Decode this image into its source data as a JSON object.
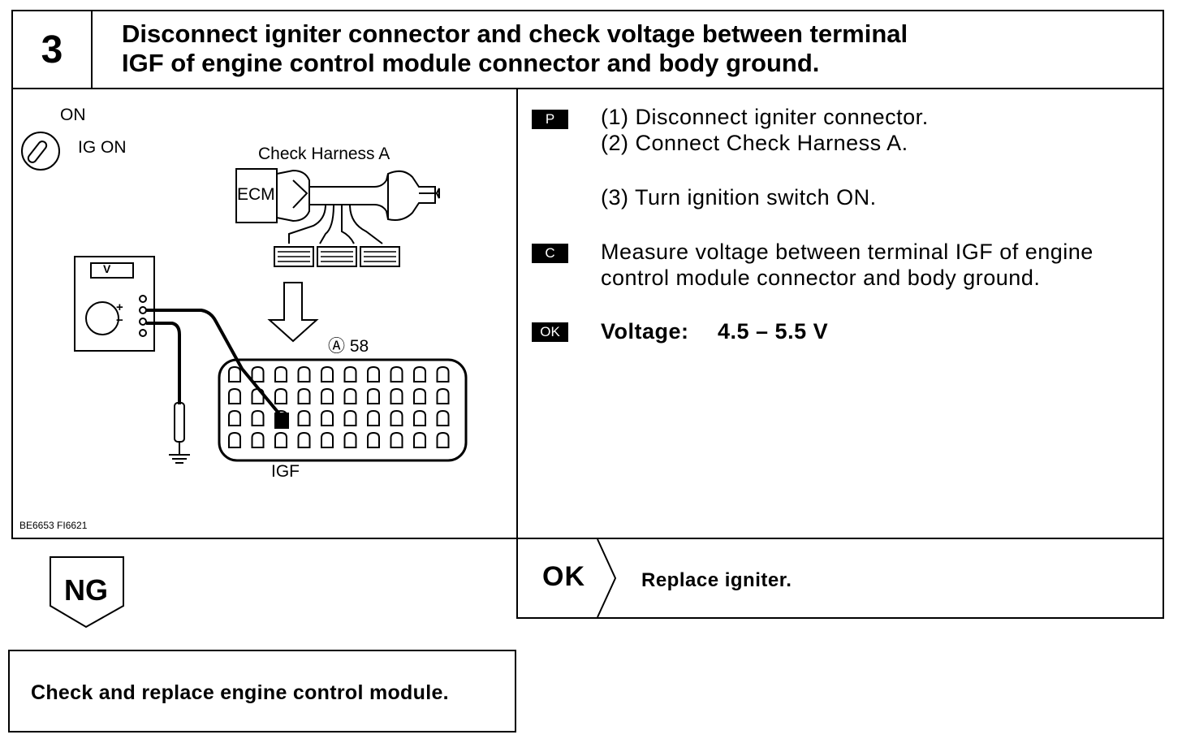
{
  "step": {
    "number": "3",
    "title_line1": "Disconnect igniter connector and check voltage between terminal",
    "title_line2": "IGF of engine control module connector and body ground."
  },
  "diagram": {
    "switch_on": "ON",
    "switch_ig_on": "IG ON",
    "harness_label": "Check Harness A",
    "ecm_label": "ECM",
    "meter_label": "V",
    "plus_sign": "+",
    "minus_sign": "−",
    "connector_label": "Ⓐ 58",
    "terminal_label": "IGF",
    "figure_code": "BE6653 FI6621"
  },
  "instructions": {
    "prep_tag": "P",
    "step1": "(1)  Disconnect igniter connector.",
    "step2": "(2)  Connect Check Harness A.",
    "step3": "(3)  Turn ignition switch ON.",
    "check_tag": "C",
    "check_line1": "Measure voltage between terminal IGF of engine",
    "check_line2": "control module connector and body ground.",
    "ok_tag": "OK",
    "spec_label": "Voltage:",
    "spec_value": "4.5 – 5.5 V"
  },
  "results": {
    "ok_label": "OK",
    "ok_action": "Replace igniter.",
    "ng_label": "NG",
    "ng_action": "Check and replace engine control module."
  }
}
